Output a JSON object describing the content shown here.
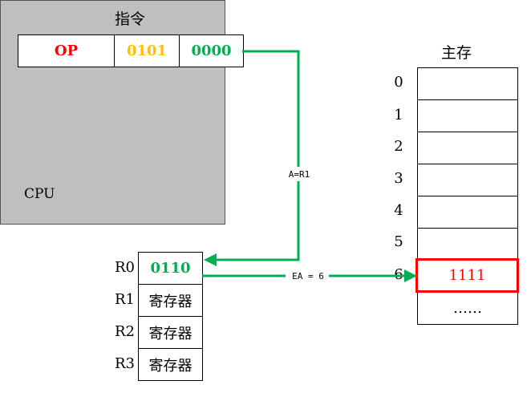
{
  "instruction": {
    "title": "指令",
    "fields": [
      {
        "text": "OP",
        "color": "#ff0000"
      },
      {
        "text": "0101",
        "color": "#ffc000"
      },
      {
        "text": "0000",
        "color": "#00b050"
      }
    ]
  },
  "memory": {
    "title": "主存",
    "addresses": [
      "0",
      "1",
      "2",
      "3",
      "4",
      "5",
      "6"
    ],
    "cells": [
      "",
      "",
      "",
      "",
      "",
      "",
      "1111",
      "……"
    ],
    "highlight_color": "#ff0000"
  },
  "cpu": {
    "label": "CPU",
    "registers": [
      {
        "name": "R0",
        "value": "0110"
      },
      {
        "name": "R1",
        "value": "寄存器"
      },
      {
        "name": "R2",
        "value": "寄存器"
      },
      {
        "name": "R3",
        "value": "寄存器"
      }
    ]
  },
  "arrows": {
    "addr_label": "A=R1",
    "ea_label": "EA = 6",
    "color": "#00b050"
  }
}
